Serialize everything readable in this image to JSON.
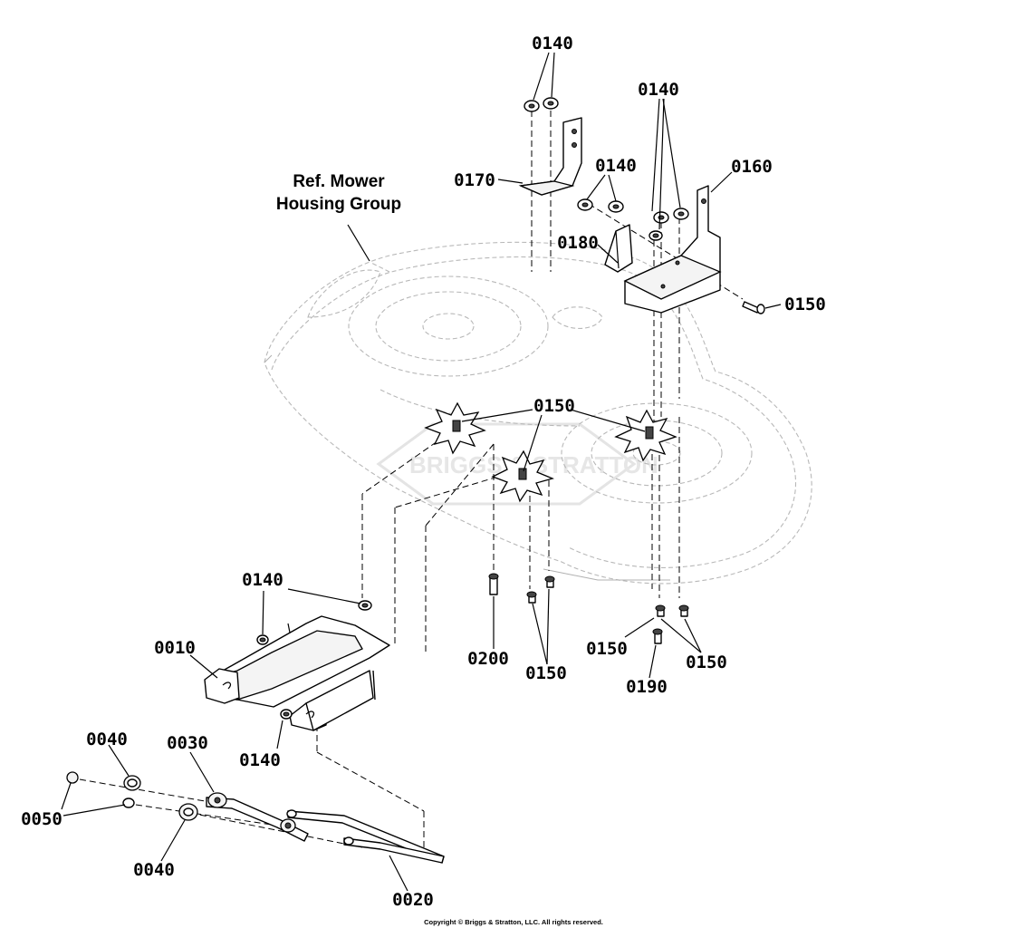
{
  "diagram": {
    "reference_label": [
      "Ref. Mower",
      "Housing Group"
    ],
    "copyright": "Copyright © Briggs & Stratton, LLC. All rights reserved.",
    "watermark": "BRIGGS & STRATTON",
    "callouts": {
      "c0140_top": "0140",
      "c0140_right": "0140",
      "c0170": "0170",
      "c0140_mid": "0140",
      "c0160": "0160",
      "c0180": "0180",
      "c0150_right": "0150",
      "c0150_center": "0150",
      "c0140_bracket": "0140",
      "c0010": "0010",
      "c0140_lower": "0140",
      "c0200": "0200",
      "c0150_bottom": "0150",
      "c0150_a": "0150",
      "c0190": "0190",
      "c0150_b": "0150",
      "c0040_top": "0040",
      "c0030": "0030",
      "c0050": "0050",
      "c0040_bottom": "0040",
      "c0020": "0020"
    }
  }
}
